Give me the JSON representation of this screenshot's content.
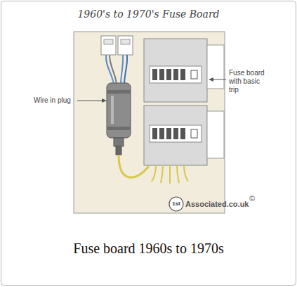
{
  "diagram": {
    "title": "1960's to 1970's Fuse Board",
    "caption": "Fuse board 1960s to 1970s",
    "labels": [
      "Wire in plug",
      "Fuse board with basic trip",
      "1st",
      "Associated.co.uk",
      "©"
    ]
  }
}
